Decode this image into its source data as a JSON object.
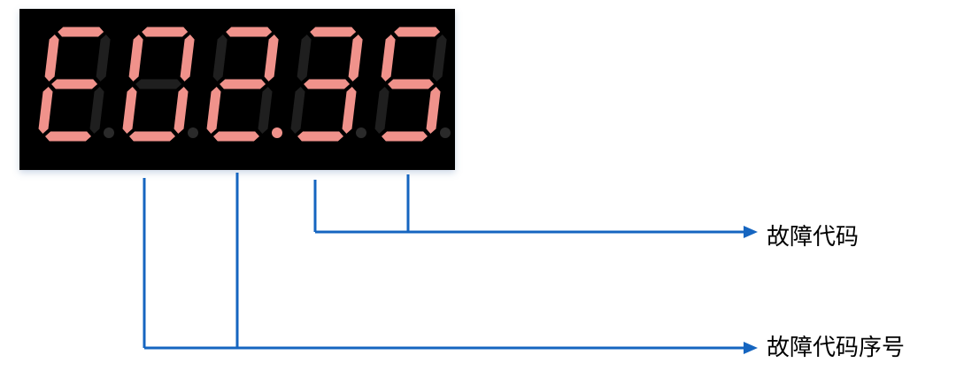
{
  "display": {
    "digit_count": 5,
    "active_digits": [
      {
        "segments": [
          "a",
          "d",
          "e",
          "f",
          "g"
        ],
        "dp": false
      },
      {
        "segments": [
          "a",
          "b",
          "c",
          "d",
          "e",
          "f"
        ],
        "dp": false
      },
      {
        "segments": [
          "a",
          "b",
          "d",
          "e",
          "g"
        ],
        "dp": true
      },
      {
        "segments": [
          "a",
          "b",
          "c",
          "d",
          "g"
        ],
        "dp": false
      },
      {
        "segments": [
          "a",
          "c",
          "d",
          "f",
          "g"
        ],
        "dp": false
      }
    ],
    "colors": {
      "panel": "#050505",
      "segment_on": "#f0928b",
      "segment_off": "#1f1f1f",
      "dp_on": "#f0928b",
      "dp_off": "#2a2a2a"
    }
  },
  "callouts": {
    "fault_code": "故障代码",
    "fault_code_index": "故障代码序号"
  },
  "colors": {
    "connector": "#1565c0"
  }
}
